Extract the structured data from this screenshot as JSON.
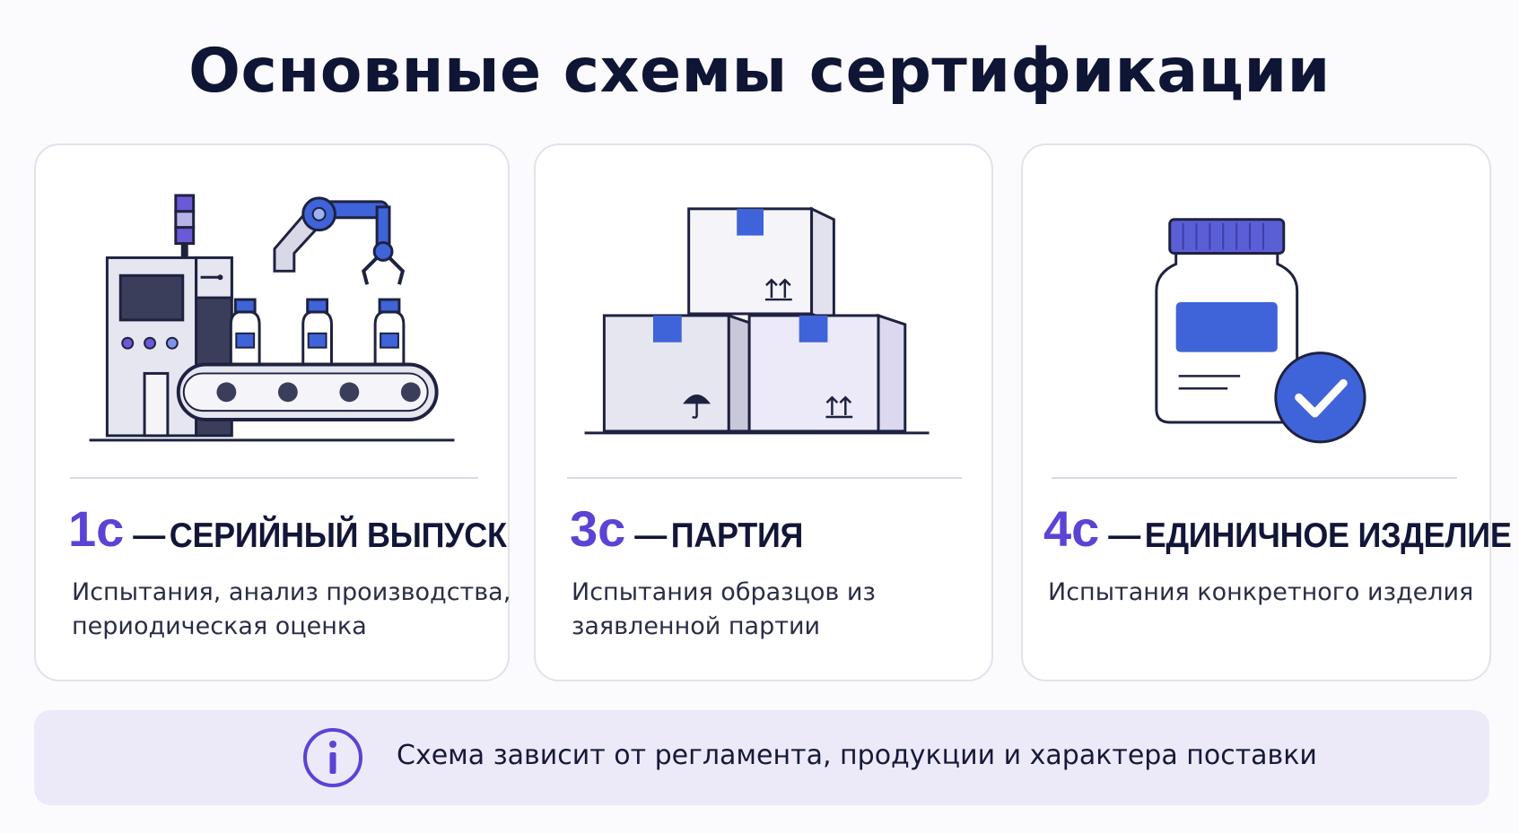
{
  "title": "Основные схемы сертификации",
  "cards": [
    {
      "code": "1с",
      "name": "СЕРИЙНЫЙ ВЫПУСК",
      "desc_line1": "Испытания, анализ производства,",
      "desc_line2": "периодическая оценка",
      "icon": "factory-conveyor-illustration"
    },
    {
      "code": "3с",
      "name": "ПАРТИЯ",
      "desc_line1": "Испытания образцов из",
      "desc_line2": "заявленной партии",
      "icon": "stacked-boxes-illustration"
    },
    {
      "code": "4с",
      "name": "ЕДИНИЧНОЕ ИЗДЕЛИЕ",
      "desc_line1": "Испытания конкретного изделия",
      "desc_line2": "",
      "icon": "jar-checkmark-illustration"
    }
  ],
  "separator": "—",
  "note": {
    "icon": "info-icon",
    "text": "Схема зависит от регламента, продукции и характера поставки"
  },
  "colors": {
    "accent": "#5b43d6",
    "blue": "#3f63d8",
    "dark": "#121638",
    "note_bg": "#eceaf8"
  }
}
